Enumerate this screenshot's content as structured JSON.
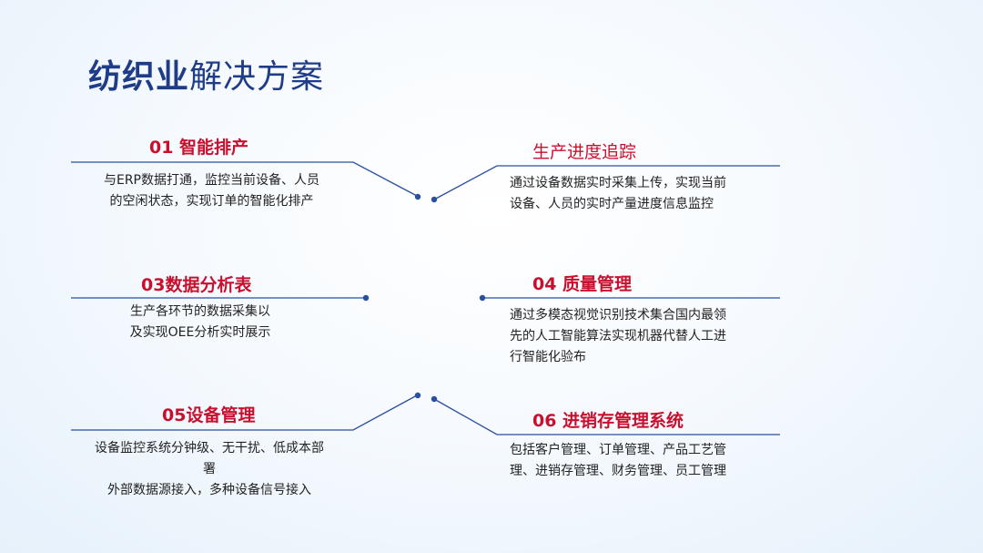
{
  "title": {
    "strong": "纺织业",
    "rest": "解决方案"
  },
  "items": [
    {
      "heading": "01 智能排产",
      "lines": [
        "与ERP数据打通，监控当前设备、人员",
        "的空闲状态，实现订单的智能化排产"
      ]
    },
    {
      "heading": "生产进度追踪",
      "lines": [
        "通过设备数据实时采集上传，实现当前",
        "设备、人员的实时产量进度信息监控"
      ]
    },
    {
      "heading": "03数据分析表",
      "lines": [
        "生产各环节的数据采集以",
        "及实现OEE分析实时展示"
      ]
    },
    {
      "heading": "04 质量管理",
      "lines": [
        "通过多模态视觉识别技术集合国内最领",
        "先的人工智能算法实现机器代替人工进",
        "行智能化验布"
      ]
    },
    {
      "heading": "05设备管理",
      "lines": [
        "设备监控系统分钟级、无干扰、低成本部",
        "署",
        "外部数据源接入，多种设备信号接入"
      ]
    },
    {
      "heading": "06 进销存管理系统",
      "lines": [
        "包括客户管理、订单管理、产品工艺管",
        "理、进销存管理、财务管理、员工管理"
      ]
    }
  ],
  "colors": {
    "title": "#1f3c88",
    "heading": "#c8102e",
    "line": "#2a4f9e",
    "text": "#222222"
  }
}
